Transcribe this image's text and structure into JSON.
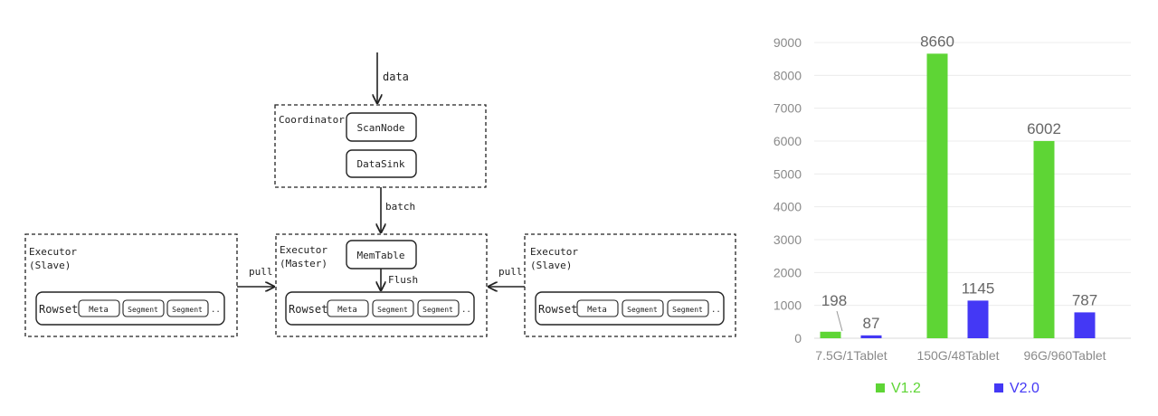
{
  "diagram": {
    "data_label": "data",
    "batch_label": "batch",
    "flush_label": "Flush",
    "pull_left": "pull",
    "pull_right": "pull",
    "coordinator": {
      "title": "Coordinator",
      "scan_node": "ScanNode",
      "data_sink": "DataSink"
    },
    "master": {
      "title_line1": "Executor",
      "title_line2": "(Master)",
      "memtable": "MemTable"
    },
    "slave_left": {
      "title_line1": "Executor",
      "title_line2": "(Slave)"
    },
    "slave_right": {
      "title_line1": "Executor",
      "title_line2": "(Slave)"
    },
    "rowset": {
      "label": "Rowset",
      "meta": "Meta",
      "segment": "Segment",
      "more": ".."
    }
  },
  "chart_data": {
    "type": "bar",
    "categories": [
      "7.5G/1Tablet",
      "150G/48Tablet",
      "96G/960Tablet"
    ],
    "series": [
      {
        "name": "V1.2",
        "values": [
          198,
          8660,
          6002
        ],
        "labels": [
          "198",
          "8660",
          "6002"
        ],
        "color": "#5ed535"
      },
      {
        "name": "V2.0",
        "values": [
          87,
          1145,
          787
        ],
        "labels": [
          "87",
          "1145",
          "787"
        ],
        "color": "#4438f5"
      }
    ],
    "y_ticks": [
      "0",
      "1000",
      "2000",
      "3000",
      "4000",
      "5000",
      "6000",
      "7000",
      "8000",
      "9000"
    ],
    "ylim": [
      0,
      9000
    ],
    "grid": true,
    "legend_position": "bottom"
  }
}
